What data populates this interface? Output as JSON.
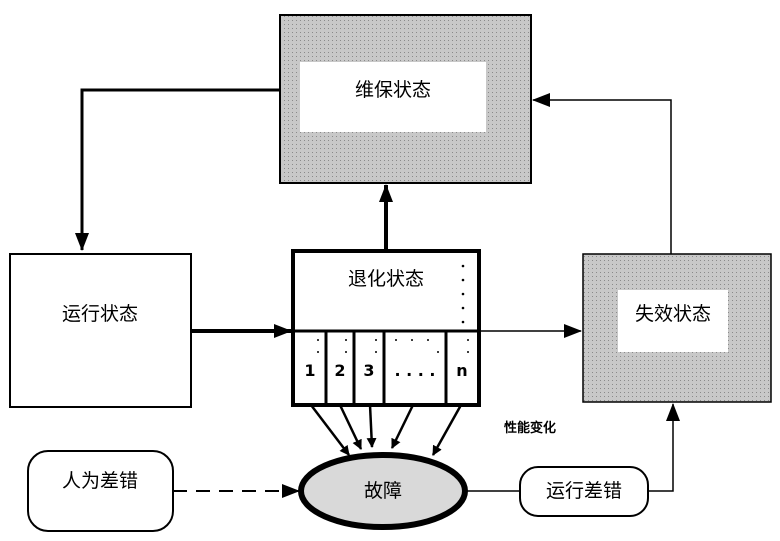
{
  "nodes": {
    "maintenance": "维保状态",
    "operating": "运行状态",
    "degraded": "退化状态",
    "failure_state": "失效状态",
    "human_error": "人为差错",
    "fault": "故障",
    "operating_error": "运行差错"
  },
  "degradation_cells": [
    "1",
    "2",
    "3",
    ". . . .",
    "n"
  ],
  "labels": {
    "performance_change": "性能变化"
  },
  "colors": {
    "shaded_fill": "#d4d4d4",
    "fault_fill": "#d9d9d9",
    "line": "#000000"
  }
}
